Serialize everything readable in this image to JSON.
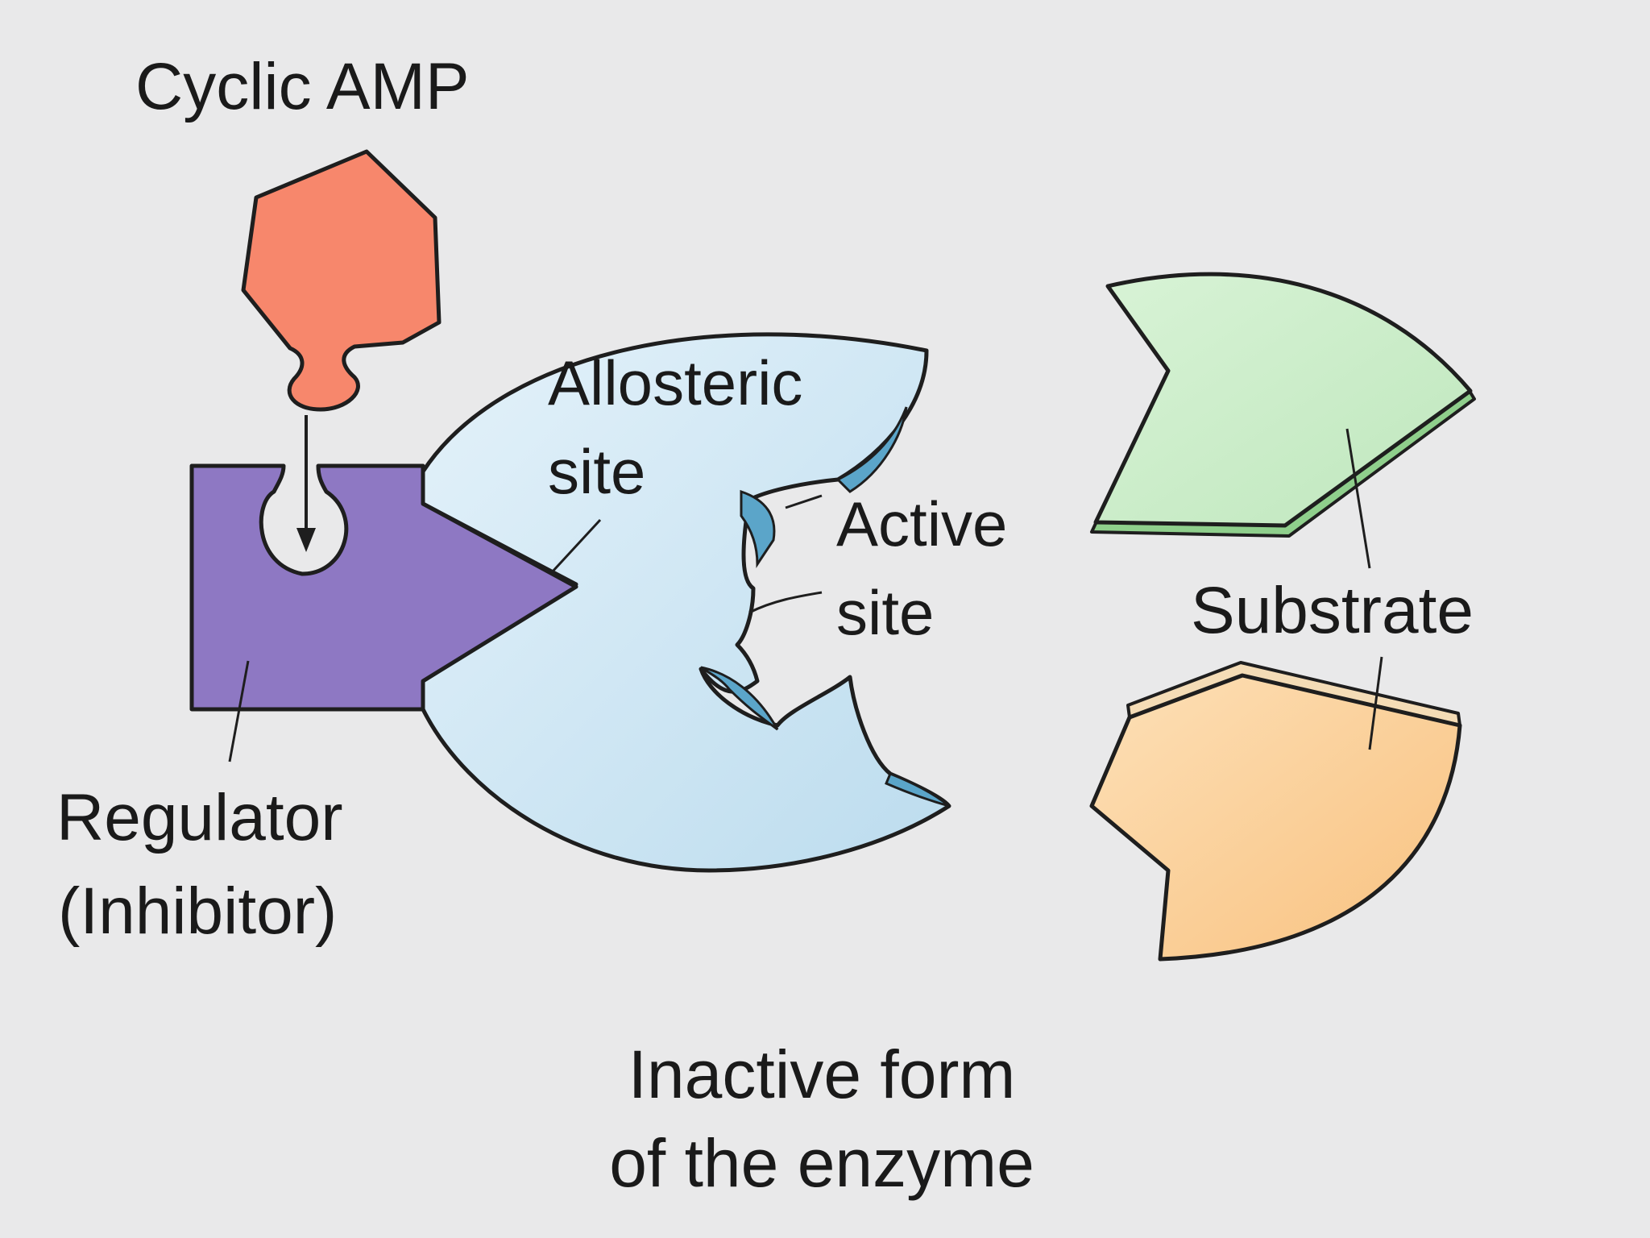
{
  "colors": {
    "background": "#e9e9ea",
    "cyclic_amp": "#f7876c",
    "regulator": "#8e78c3",
    "enzyme": "#cfe6f3",
    "enzyme_site": "#5ba5c9",
    "substrate_green": "#c9ecc8",
    "substrate_green_edge": "#8fcf8c",
    "substrate_orange": "#fbcc8f",
    "substrate_orange_edge": "#f4dcb6",
    "outline": "#1e1e1e"
  },
  "labels": {
    "cyclic_amp": "Cyclic AMP",
    "allosteric_line1": "Allosteric",
    "allosteric_line2": "site",
    "active_line1": "Active",
    "active_line2": "site",
    "substrate": "Substrate",
    "regulator_line1": "Regulator",
    "regulator_line2": "(Inhibitor)",
    "caption_line1": "Inactive form",
    "caption_line2": "of the enzyme"
  },
  "icons": {
    "cyclic_amp": "hexagon-molecule-icon",
    "arrow": "down-arrow-icon"
  }
}
